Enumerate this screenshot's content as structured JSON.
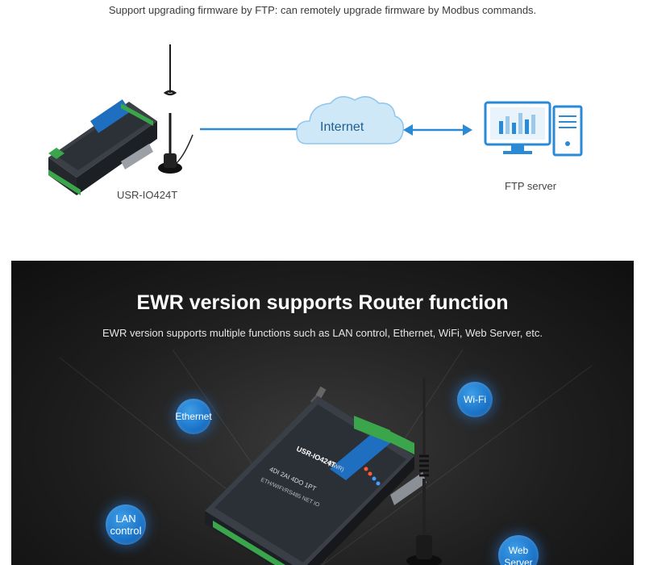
{
  "top": {
    "caption": "Support upgrading firmware by FTP: can remotely upgrade firmware by Modbus commands.",
    "device_label": "USR-IO424T",
    "internet_label": "Internet",
    "server_label": "FTP server"
  },
  "ewr": {
    "title": "EWR version supports Router function",
    "subtitle": "EWR version supports multiple functions such as LAN control, Ethernet, WiFi, Web Server, etc.",
    "bubbles": {
      "ethernet": "Ethernet",
      "wifi": "Wi-Fi",
      "lan": "LAN control",
      "web": "Web Server"
    },
    "device_text": {
      "model": "USR-IO424T",
      "variant": "(EWR)",
      "spec": "4DI 2AI 4DO 1PT",
      "spec2": "ETH/WIFI/RS485 NET IO"
    }
  },
  "colors": {
    "accent_blue": "#1a73c8",
    "line_blue": "#2a8ad6",
    "device_dark": "#2b2f36",
    "terminal_green": "#3aa54a"
  },
  "icons": [
    "cloud-icon",
    "monitor-icon",
    "pc-tower-icon",
    "antenna-icon",
    "io-device-icon",
    "double-arrow-icon"
  ]
}
